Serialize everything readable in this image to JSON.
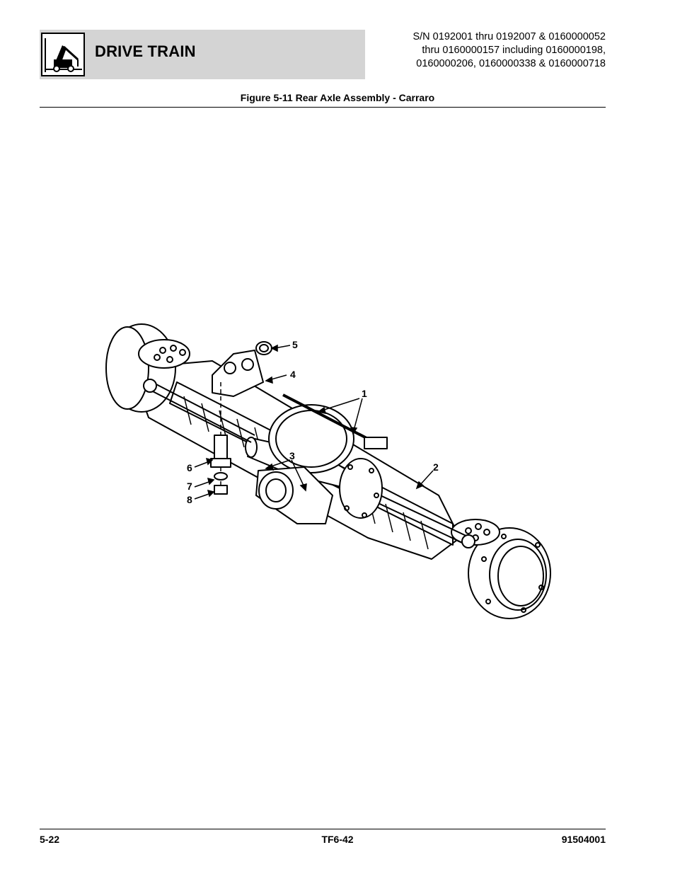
{
  "header": {
    "section_title": "DRIVE TRAIN",
    "serial_lines": [
      "S/N 0192001 thru 0192007 & 0160000052",
      "thru 0160000157 including 0160000198,",
      "0160000206, 0160000338 & 0160000718"
    ],
    "logo_icon": "telehandler-icon"
  },
  "figure": {
    "title": "Figure 5-11 Rear Axle Assembly - Carraro",
    "callouts": [
      "1",
      "2",
      "3",
      "4",
      "5",
      "6",
      "7",
      "8"
    ]
  },
  "footer": {
    "page_number": "5-22",
    "doc_code": "TF6-42",
    "part_number": "91504001"
  }
}
